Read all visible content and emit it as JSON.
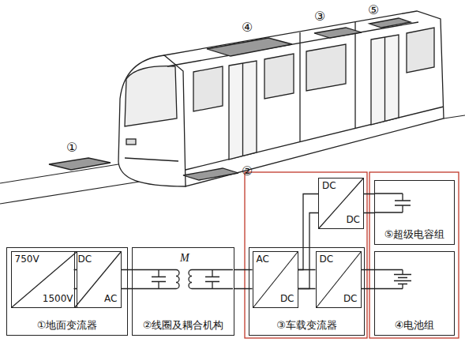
{
  "diagram": {
    "nodes": [
      {
        "text": [
          "①地面变流器"
        ]
      },
      {
        "text": [
          "750V",
          "1500V"
        ],
        "in": 0
      },
      {
        "text": [
          "DC",
          "AC"
        ],
        "in": 0
      },
      {
        "text": [
          "②线圈及耦合机构"
        ]
      },
      {
        "text": [
          "③车载变流器"
        ]
      },
      {
        "text": [
          "AC",
          "DC"
        ],
        "in": 4
      },
      {
        "text": [
          "DC",
          "DC"
        ],
        "in": 4
      },
      {
        "text": [
          "DC",
          "DC"
        ]
      },
      {
        "text": [
          "⑤超级电容组"
        ]
      },
      {
        "text": [
          "④电池组"
        ]
      }
    ],
    "edges": [
      {
        "from": 1,
        "to": 2,
        "arrow": "none"
      },
      {
        "from": 2,
        "to": 3,
        "arrow": "none"
      },
      {
        "from": 3,
        "to": 5,
        "arrow": "none"
      },
      {
        "from": 5,
        "to": 6,
        "arrow": "none"
      },
      {
        "from": 5,
        "to": 7,
        "arrow": "none"
      },
      {
        "from": 7,
        "to": 8,
        "arrow": "none"
      },
      {
        "from": 6,
        "to": 9,
        "arrow": "none"
      }
    ],
    "labels": [
      "⑤",
      "③",
      "④",
      "①",
      "②",
      "M"
    ]
  }
}
